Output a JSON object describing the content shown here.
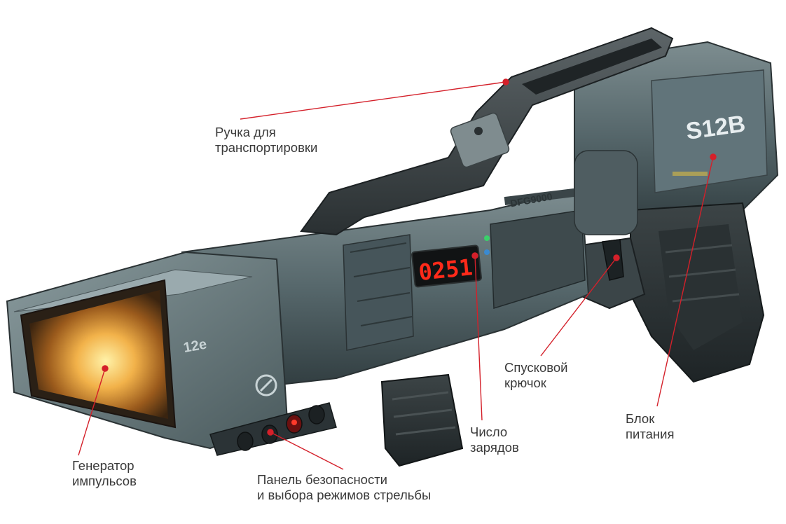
{
  "callouts": {
    "handle": {
      "line1": "Ручка для",
      "line2": "транспортировки"
    },
    "trigger": {
      "line1": "Спусковой",
      "line2": "крючок"
    },
    "power": {
      "line1": "Блок",
      "line2": "питания"
    },
    "charges": {
      "line1": "Число",
      "line2": "зарядов"
    },
    "generator": {
      "line1": "Генератор",
      "line2": "импульсов"
    },
    "safety": {
      "line1": "Панель безопасности",
      "line2": "и выбора режимов стрельбы"
    }
  },
  "device": {
    "display_value": "0251",
    "model_mark": "S12B",
    "barrel_mark": "12e",
    "engraving": "DFG9000"
  },
  "colors": {
    "leader": "#d4202a",
    "body": "#5a6b6e",
    "display": "#ff2a1a"
  }
}
